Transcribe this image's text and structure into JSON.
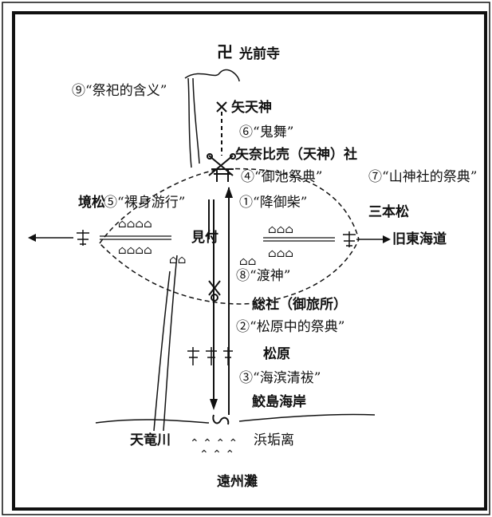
{
  "labels": {
    "temple_top": "光前寺",
    "meaning": "⑨“祭祀的含义”",
    "yakushin": "矢天神",
    "oni_dance": "⑥“鬼舞”",
    "shrine_main": "矢奈比売（天神）社",
    "pond_festival": "④“御池祭典”",
    "mountain_shrine": "⑦“山神社的祭典”",
    "sakai_matsu": "境松",
    "naked_parade": "⑤“裸身游行”",
    "kogoshiba": "①“降御柴”",
    "sanbon_matsu": "三本松",
    "mitsuke": "見付",
    "old_tokaido": "旧東海道",
    "watari_gami": "⑧“渡神”",
    "soja": "総社（御旅所）",
    "matsubara_fest": "②“松原中的祭典”",
    "matsubara": "松原",
    "beach_purify": "③“海滨清祓”",
    "samejima": "鮫島海岸",
    "tenryu": "天竜川",
    "hamagori": "浜垢离",
    "enshu_nada": "遠州灘"
  }
}
